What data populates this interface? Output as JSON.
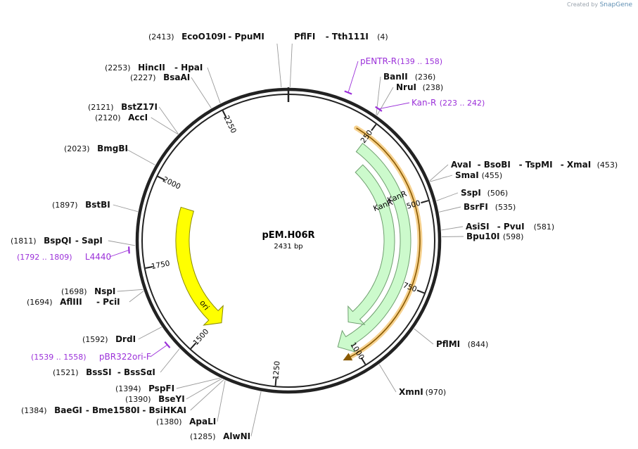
{
  "watermark": {
    "prefix": "Created by",
    "brand": "SnapGene"
  },
  "plasmid": {
    "name": "pEM.H06R",
    "length_label": "2431 bp",
    "length": 2431
  },
  "colors": {
    "backbone": "#222222",
    "primer": "#9b30d9",
    "kanr_fill": "#ccfacc",
    "kanr_stroke": "#6f9f6f",
    "ori_fill": "#ffff00",
    "ori_stroke": "#8a8a00",
    "orf_line": "#8a5a00",
    "orf_glow": "#f5c97a",
    "site_line": "#9a9a9a"
  },
  "ticks": [
    {
      "pos": 250,
      "label": "250"
    },
    {
      "pos": 500,
      "label": "500"
    },
    {
      "pos": 750,
      "label": "750"
    },
    {
      "pos": 1000,
      "label": "1000"
    },
    {
      "pos": 1250,
      "label": "1250"
    },
    {
      "pos": 1500,
      "label": "1500"
    },
    {
      "pos": 1750,
      "label": "1750"
    },
    {
      "pos": 2000,
      "label": "2000"
    },
    {
      "pos": 2250,
      "label": "2250"
    }
  ],
  "features": [
    {
      "name": "KanR",
      "start": 252,
      "end": 1047,
      "color": "kanr",
      "direction": "forward",
      "ring": "outer"
    },
    {
      "name": "KanR",
      "start": 300,
      "end": 970,
      "color": "kanr",
      "direction": "forward",
      "ring": "inner"
    },
    {
      "name": "ori",
      "start": 1480,
      "end": 1940,
      "color": "ori",
      "direction": "reverse",
      "ring": "yellow"
    }
  ],
  "orf": {
    "start": 210,
    "end": 1050
  },
  "site_labels": [
    {
      "pos": 2413,
      "side": "top",
      "parts": [
        {
          "t": "(2413)",
          "b": false
        },
        {
          "t": "EcoO109I",
          "b": true
        },
        {
          "t": "- PpuMI",
          "b": true
        }
      ]
    },
    {
      "pos": 4,
      "side": "top",
      "parts": [
        {
          "t": "PflFI",
          "b": true
        },
        {
          "t": "- Tth111I",
          "b": true
        },
        {
          "t": "(4)",
          "b": false
        }
      ]
    },
    {
      "pos": 2253,
      "side": "left",
      "parts": [
        {
          "t": "(2253)",
          "b": false
        },
        {
          "t": "HincII",
          "b": true
        },
        {
          "t": "- HpaI",
          "b": true
        }
      ]
    },
    {
      "pos": 2227,
      "side": "left",
      "parts": [
        {
          "t": "(2227)",
          "b": false
        },
        {
          "t": "BsaAI",
          "b": true
        }
      ]
    },
    {
      "pos": 2121,
      "side": "left",
      "parts": [
        {
          "t": "(2121)",
          "b": false
        },
        {
          "t": "BstZ17I",
          "b": true
        }
      ]
    },
    {
      "pos": 2120,
      "side": "left",
      "parts": [
        {
          "t": "(2120)",
          "b": false
        },
        {
          "t": "AccI",
          "b": true
        }
      ]
    },
    {
      "pos": 2023,
      "side": "left",
      "parts": [
        {
          "t": "(2023)",
          "b": false
        },
        {
          "t": "BmgBI",
          "b": true
        }
      ]
    },
    {
      "pos": 1897,
      "side": "left",
      "parts": [
        {
          "t": "(1897)",
          "b": false
        },
        {
          "t": "BstBI",
          "b": true
        }
      ]
    },
    {
      "pos": 1811,
      "side": "left",
      "parts": [
        {
          "t": "(1811)",
          "b": false
        },
        {
          "t": "BspQI",
          "b": true
        },
        {
          "t": "- SapI",
          "b": true
        }
      ]
    },
    {
      "pos": 1698,
      "side": "left",
      "parts": [
        {
          "t": "(1698)",
          "b": false
        },
        {
          "t": "NspI",
          "b": true
        }
      ]
    },
    {
      "pos": 1694,
      "side": "left",
      "parts": [
        {
          "t": "(1694)",
          "b": false
        },
        {
          "t": "AflIII",
          "b": true
        },
        {
          "t": "- PciI",
          "b": true
        }
      ]
    },
    {
      "pos": 1592,
      "side": "left",
      "parts": [
        {
          "t": "(1592)",
          "b": false
        },
        {
          "t": "DrdI",
          "b": true
        }
      ]
    },
    {
      "pos": 1521,
      "side": "left",
      "parts": [
        {
          "t": "(1521)",
          "b": false
        },
        {
          "t": "BssSI",
          "b": true
        },
        {
          "t": "- BssSαI",
          "b": true
        }
      ]
    },
    {
      "pos": 1394,
      "side": "left",
      "parts": [
        {
          "t": "(1394)",
          "b": false
        },
        {
          "t": "PspFI",
          "b": true
        }
      ]
    },
    {
      "pos": 1390,
      "side": "left",
      "parts": [
        {
          "t": "(1390)",
          "b": false
        },
        {
          "t": "BseYI",
          "b": true
        }
      ]
    },
    {
      "pos": 1384,
      "side": "left",
      "parts": [
        {
          "t": "(1384)",
          "b": false
        },
        {
          "t": "BaeGI",
          "b": true
        },
        {
          "t": "- Bme1580I",
          "b": true
        },
        {
          "t": "- BsiHKAI",
          "b": true
        }
      ]
    },
    {
      "pos": 1380,
      "side": "left",
      "parts": [
        {
          "t": "(1380)",
          "b": false
        },
        {
          "t": "ApaLI",
          "b": true
        }
      ]
    },
    {
      "pos": 1285,
      "side": "left",
      "parts": [
        {
          "t": "(1285)",
          "b": false
        },
        {
          "t": "AlwNI",
          "b": true
        }
      ]
    },
    {
      "pos": 236,
      "side": "right",
      "parts": [
        {
          "t": "BanII",
          "b": true
        },
        {
          "t": "(236)",
          "b": false
        }
      ]
    },
    {
      "pos": 238,
      "side": "right",
      "parts": [
        {
          "t": "NruI",
          "b": true
        },
        {
          "t": "(238)",
          "b": false
        }
      ]
    },
    {
      "pos": 453,
      "side": "right",
      "parts": [
        {
          "t": "AvaI",
          "b": true
        },
        {
          "t": "- BsoBI",
          "b": true
        },
        {
          "t": "- TspMI",
          "b": true
        },
        {
          "t": "- XmaI",
          "b": true
        },
        {
          "t": "(453)",
          "b": false
        }
      ]
    },
    {
      "pos": 455,
      "side": "right",
      "parts": [
        {
          "t": "SmaI",
          "b": true
        },
        {
          "t": "(455)",
          "b": false
        }
      ]
    },
    {
      "pos": 506,
      "side": "right",
      "parts": [
        {
          "t": "SspI",
          "b": true
        },
        {
          "t": "(506)",
          "b": false
        }
      ]
    },
    {
      "pos": 535,
      "side": "right",
      "parts": [
        {
          "t": "BsrFI",
          "b": true
        },
        {
          "t": "(535)",
          "b": false
        }
      ]
    },
    {
      "pos": 581,
      "side": "right",
      "parts": [
        {
          "t": "AsiSI",
          "b": true
        },
        {
          "t": "- PvuI",
          "b": true
        },
        {
          "t": "(581)",
          "b": false
        }
      ]
    },
    {
      "pos": 598,
      "side": "right",
      "parts": [
        {
          "t": "Bpu10I",
          "b": true
        },
        {
          "t": "(598)",
          "b": false
        }
      ]
    },
    {
      "pos": 844,
      "side": "right",
      "parts": [
        {
          "t": "PflMI",
          "b": true
        },
        {
          "t": "(844)",
          "b": false
        }
      ]
    },
    {
      "pos": 970,
      "side": "right",
      "parts": [
        {
          "t": "XmnI",
          "b": true
        },
        {
          "t": "(970)",
          "b": false
        }
      ]
    }
  ],
  "primers": [
    {
      "name": "pENTR-R",
      "range": "(139 .. 158)",
      "start": 139,
      "end": 158,
      "side": "right",
      "name_first": true
    },
    {
      "name": "Kan-R",
      "range": "(223 .. 242)",
      "start": 223,
      "end": 242,
      "side": "right",
      "name_first": true
    },
    {
      "name": "L4440",
      "range": "(1792 .. 1809)",
      "start": 1792,
      "end": 1809,
      "side": "left",
      "name_first": false
    },
    {
      "name": "pBR322ori-F",
      "range": "(1539 .. 1558)",
      "start": 1539,
      "end": 1558,
      "side": "left",
      "name_first": false
    }
  ]
}
